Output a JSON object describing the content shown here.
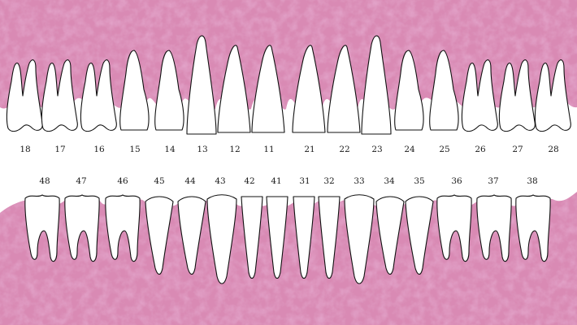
{
  "colors": {
    "gum_base": "#d98ab4",
    "gum_light": "#eab6d3",
    "gum_dark": "#c0679b",
    "tooth_fill": "#ffffff",
    "outline": "#111111"
  },
  "upper_teeth": [
    {
      "number": "18",
      "type": "molar"
    },
    {
      "number": "17",
      "type": "molar"
    },
    {
      "number": "16",
      "type": "molar"
    },
    {
      "number": "15",
      "type": "premolar"
    },
    {
      "number": "14",
      "type": "premolar"
    },
    {
      "number": "13",
      "type": "canine"
    },
    {
      "number": "12",
      "type": "incisor"
    },
    {
      "number": "11",
      "type": "incisor"
    },
    {
      "number": "21",
      "type": "incisor"
    },
    {
      "number": "22",
      "type": "incisor"
    },
    {
      "number": "23",
      "type": "canine"
    },
    {
      "number": "24",
      "type": "premolar"
    },
    {
      "number": "25",
      "type": "premolar"
    },
    {
      "number": "26",
      "type": "molar"
    },
    {
      "number": "27",
      "type": "molar"
    },
    {
      "number": "28",
      "type": "molar"
    }
  ],
  "lower_teeth": [
    {
      "number": "48",
      "type": "molar"
    },
    {
      "number": "47",
      "type": "molar"
    },
    {
      "number": "46",
      "type": "molar"
    },
    {
      "number": "45",
      "type": "premolar"
    },
    {
      "number": "44",
      "type": "premolar"
    },
    {
      "number": "43",
      "type": "canine"
    },
    {
      "number": "42",
      "type": "incisor"
    },
    {
      "number": "41",
      "type": "incisor"
    },
    {
      "number": "31",
      "type": "incisor"
    },
    {
      "number": "32",
      "type": "incisor"
    },
    {
      "number": "33",
      "type": "canine"
    },
    {
      "number": "34",
      "type": "premolar"
    },
    {
      "number": "35",
      "type": "premolar"
    },
    {
      "number": "36",
      "type": "molar"
    },
    {
      "number": "37",
      "type": "molar"
    },
    {
      "number": "38",
      "type": "molar"
    }
  ]
}
